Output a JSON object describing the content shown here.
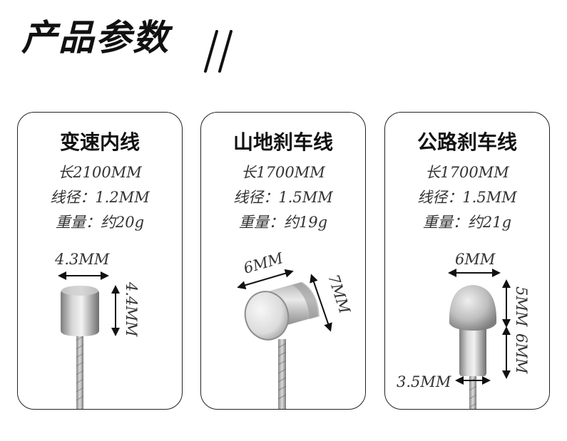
{
  "header": {
    "title": "产品参数"
  },
  "products": [
    {
      "name": "变速内线",
      "length": "长2100MM",
      "diameter": "线径：1.2MM",
      "weight": "重量：约20g",
      "dims": [
        "4.3MM",
        "4.4MM"
      ]
    },
    {
      "name": "山地刹车线",
      "length": "长1700MM",
      "diameter": "线径：1.5MM",
      "weight": "重量：约19g",
      "dims": [
        "6MM",
        "7MM"
      ]
    },
    {
      "name": "公路刹车线",
      "length": "长1700MM",
      "diameter": "线径：1.5MM",
      "weight": "重量：约21g",
      "dims": [
        "6MM",
        "5MM",
        "6MM",
        "3.5MM"
      ]
    }
  ],
  "colors": {
    "metal_light": "#e6e6e6",
    "metal_dark": "#8c8c8c",
    "border": "#222222"
  }
}
